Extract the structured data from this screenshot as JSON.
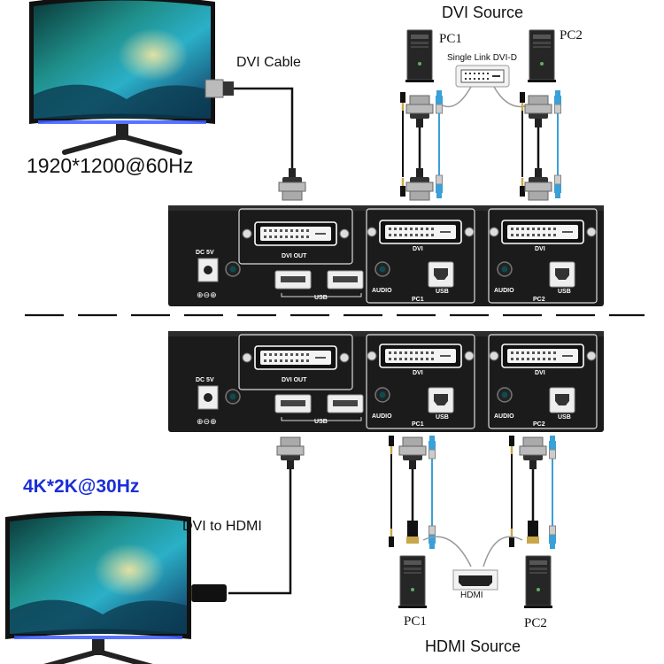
{
  "top_section": {
    "title": "DVI Source",
    "cable_label": "DVI Cable",
    "resolution": "1920*1200@60Hz",
    "connector_label": "Single Link DVI-D",
    "pc_labels": [
      "PC1",
      "PC2"
    ]
  },
  "bottom_section": {
    "title": "HDMI Source",
    "cable_label": "DVI to HDMI",
    "resolution": "4K*2K@30Hz",
    "connector_label": "HDMI",
    "pc_labels": [
      "PC1",
      "PC2"
    ]
  },
  "kvm_panel": {
    "power_label": "DC 5V",
    "dvi_out_label": "DVI OUT",
    "usb_label": "USB",
    "dvi_label": "DVI",
    "audio_label": "AUDIO",
    "port_usb_label": "USB",
    "pc1_label": "PC1",
    "pc2_label": "PC2",
    "polarity_label": "⊕⊖⊕"
  },
  "colors": {
    "resolution_blue": "#1a2fd6",
    "device_body": "#1b1b1b",
    "usb_cable": "#3aa0d8"
  }
}
